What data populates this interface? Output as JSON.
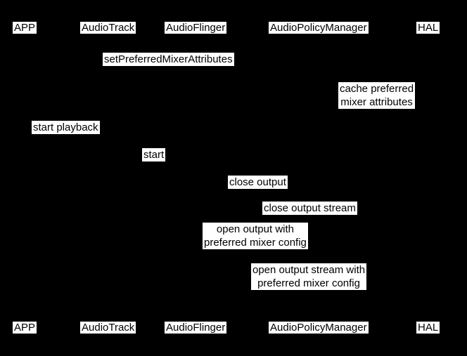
{
  "diagram": {
    "type": "sequence-diagram",
    "colors": {
      "background": "#000000",
      "label_background": "#ffffff",
      "label_text": "#000000"
    },
    "participants": [
      "APP",
      "AudioTrack",
      "AudioFlinger",
      "AudioPolicyManager",
      "HAL"
    ],
    "messages": {
      "set_preferred_mixer_attributes": "setPreferredMixerAttributes",
      "cache_preferred_mixer_attributes": "cache preferred\nmixer attributes",
      "start_playback": "start playback",
      "start": "start",
      "close_output": "close output",
      "close_output_stream": "close output stream",
      "open_output_with_preferred_mixer_config": "open output with\npreferred mixer config",
      "open_output_stream_with_preferred_mixer_config": "open output stream with\npreferred mixer config"
    }
  }
}
